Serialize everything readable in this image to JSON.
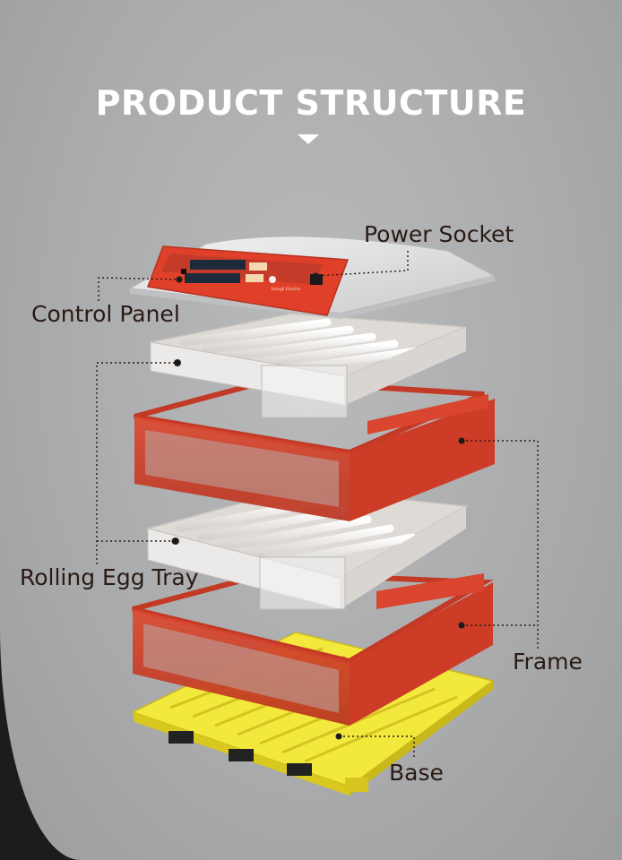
{
  "title": "PRODUCT STRUCTURE",
  "control_panel_brand": "Hongli Electric",
  "labels": {
    "power_socket": "Power Socket",
    "control_panel": "Control Panel",
    "rolling_egg_tray": "Rolling Egg Tray",
    "frame": "Frame",
    "base": "Base"
  },
  "colors": {
    "background": "#acadaf",
    "frame_red": "#d2412c",
    "tray_white": "#e9e6e3",
    "base_yellow": "#ece131",
    "lid_gray": "#e6e7e9",
    "text_dark": "#2a1a14",
    "title_white": "#ffffff"
  }
}
